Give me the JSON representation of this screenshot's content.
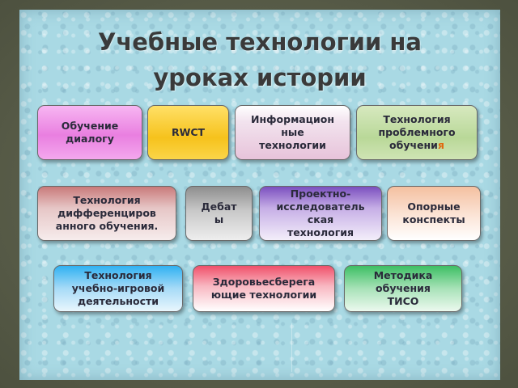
{
  "slide": {
    "title_line1": "Учебные технологии на",
    "title_line2": "уроках истории"
  },
  "boxes": {
    "b1": "Обучение\nдиалогу",
    "b2": "RWCT",
    "b3": "Информацион\nные\nтехнологии",
    "b4_main": "Технология\nпроблемного\nобучени",
    "b4_tail": "я",
    "b5": "Технология\nдифференциров\nанного обучения.",
    "b6": "Дебат\nы",
    "b7": "Проектно-\nисследователь\nская\nтехнология",
    "b8": "Опорные\nконспекты",
    "b9": "Технология\nучебно-игровой\nдеятельности",
    "b10": "Здоровьесберега\nющие технологии",
    "b11": "Методика\nобучения\nТИСО"
  },
  "colors": {
    "background": "#a9d9e4",
    "frame": "#5a5e4a",
    "title_text": "#3a3a3a",
    "accent_tail": "#e06a10"
  }
}
